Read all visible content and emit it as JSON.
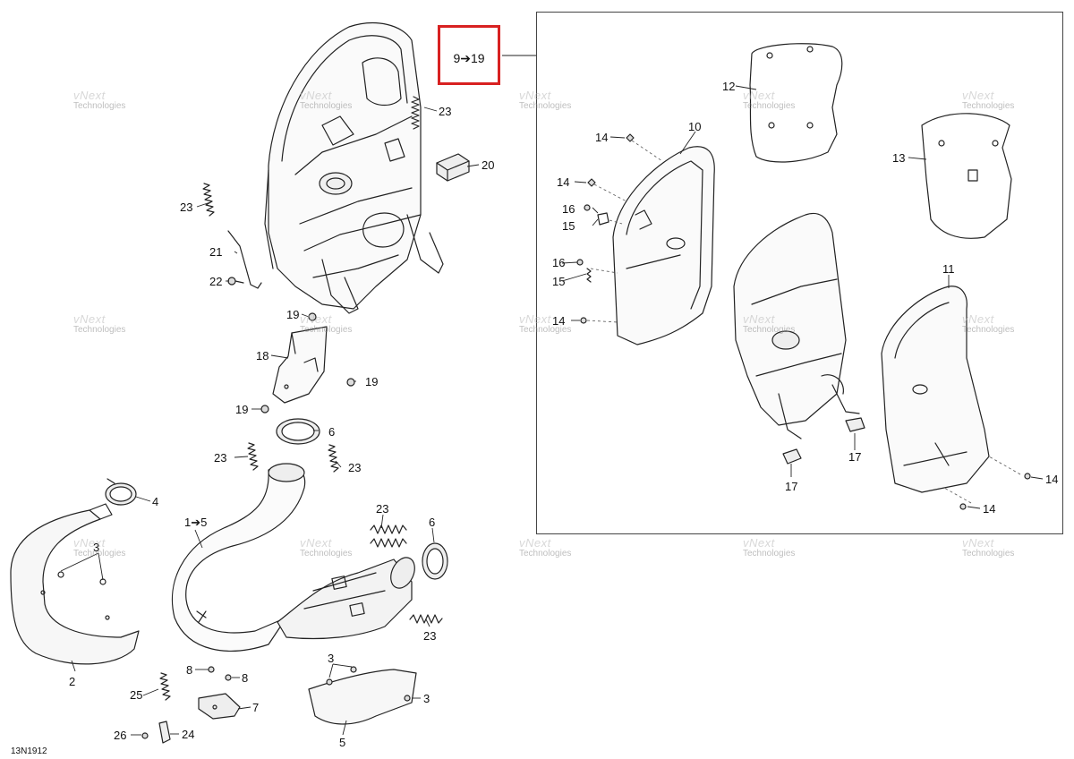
{
  "diagram": {
    "code": "13N1912",
    "range_box": {
      "from": "9",
      "arrow": "➔",
      "to": "19",
      "text": "9➔19",
      "border_color": "#d82121"
    },
    "callouts": {
      "c23a": "23",
      "c20": "20",
      "c23b": "23",
      "c21": "21",
      "c22": "22",
      "c19a": "19",
      "c18": "18",
      "c19b": "19",
      "c19c": "19",
      "c6a": "6",
      "c23c": "23",
      "c23d": "23",
      "c4": "4",
      "c15main": "1➔5",
      "c3a": "3",
      "c23e": "23",
      "c6b": "6",
      "c23f": "23",
      "c2": "2",
      "c8a": "8",
      "c8b": "8",
      "c25": "25",
      "c7": "7",
      "c3b": "3",
      "c3c": "3",
      "c26": "26",
      "c24": "24",
      "c5": "5",
      "c12": "12",
      "c13": "13",
      "c10": "10",
      "c14a": "14",
      "c14b": "14",
      "c16a": "16",
      "c15a": "15",
      "c16b": "16",
      "c15b": "15",
      "c14c": "14",
      "c11": "11",
      "c17a": "17",
      "c17b": "17",
      "c14d": "14",
      "c14e": "14"
    },
    "watermark": {
      "line1": "vNext",
      "line2": "Technologies"
    }
  }
}
